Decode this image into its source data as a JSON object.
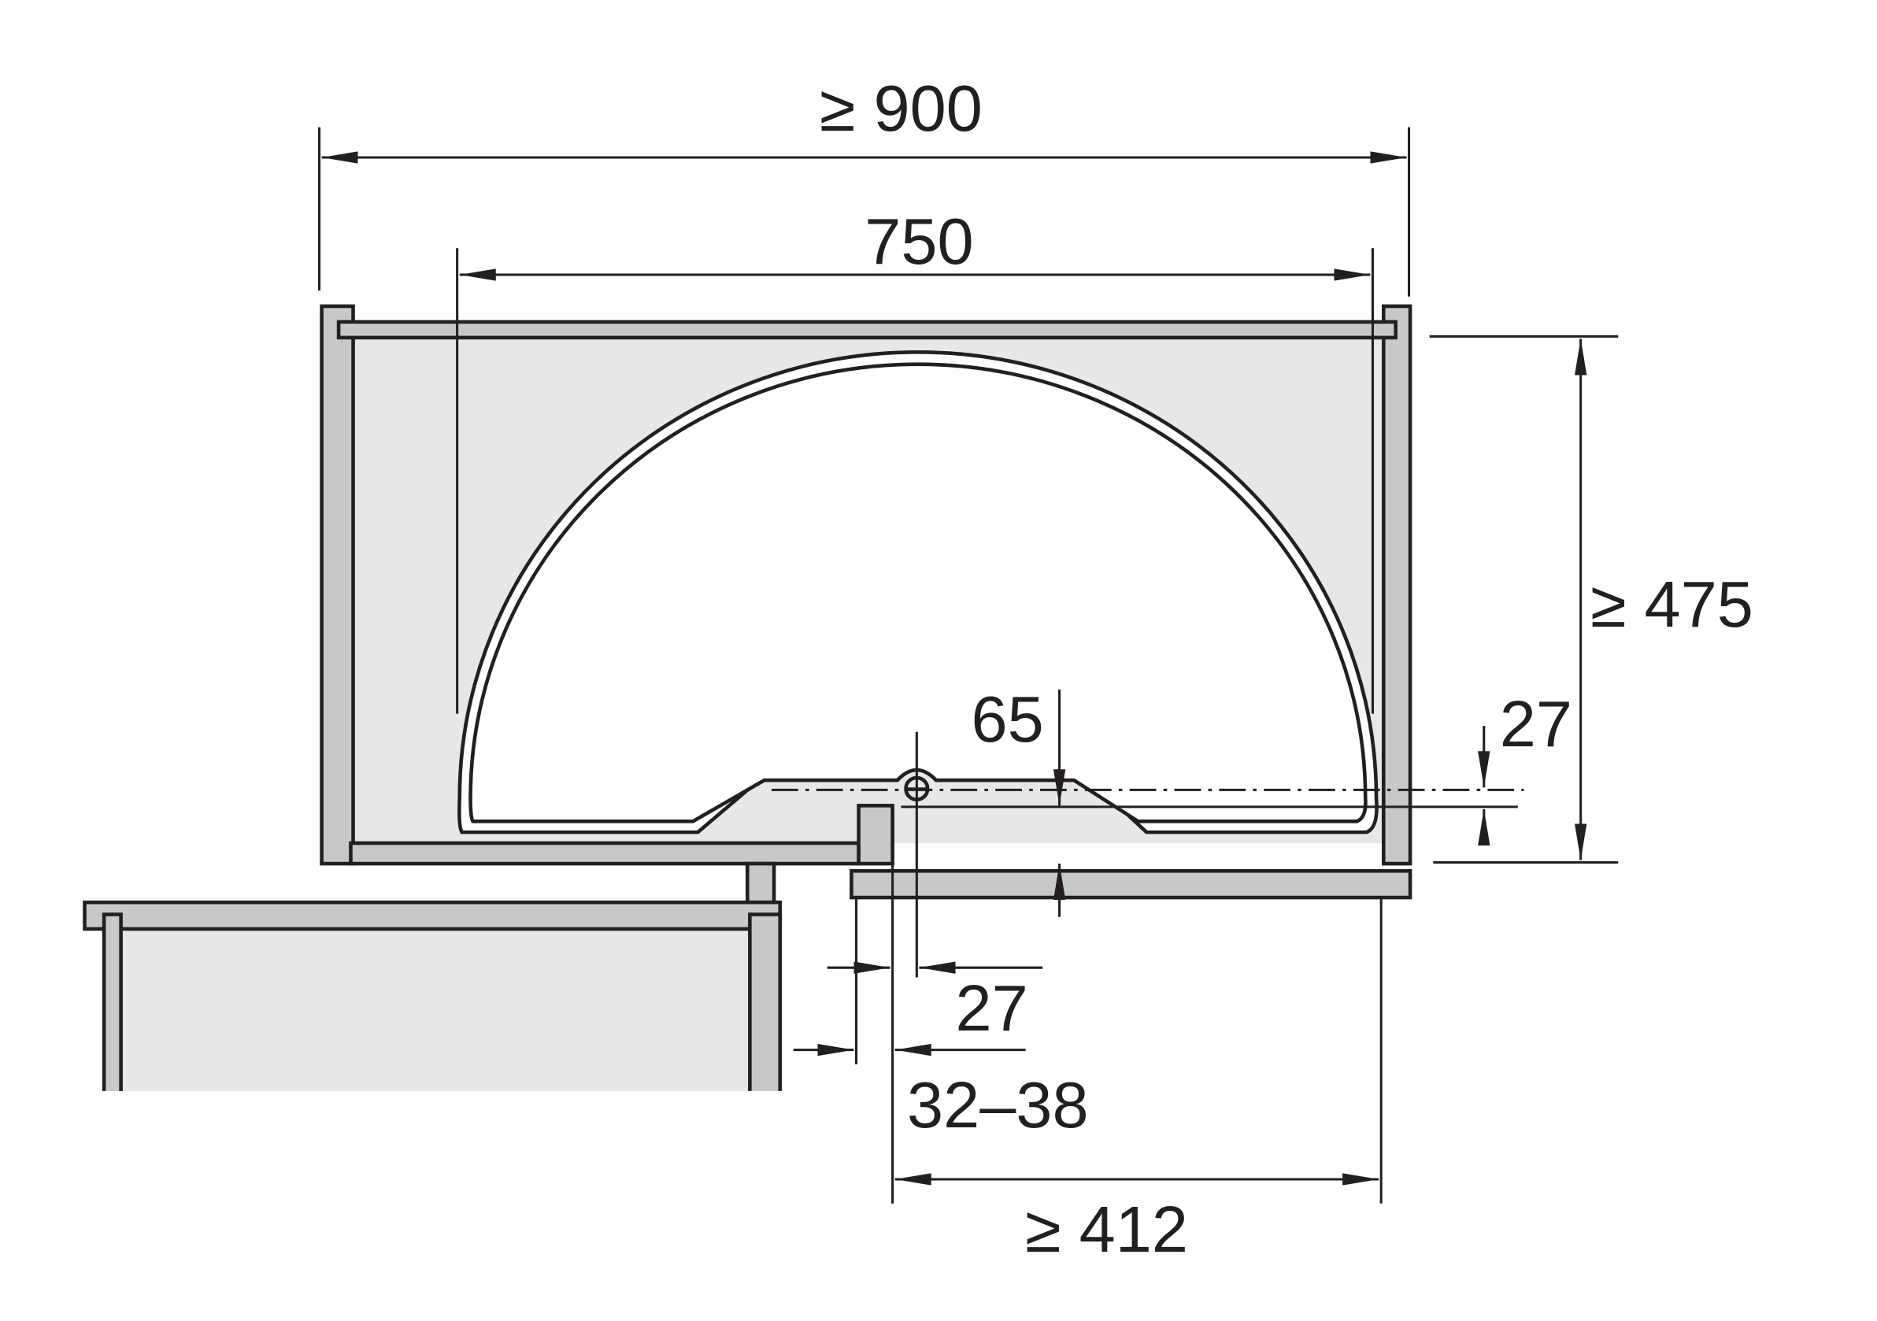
{
  "drawing": {
    "title": "Corner cabinet carousel tray installation dimensions",
    "dimensions": {
      "overall_width": "≥ 900",
      "tray_width": "750",
      "depth": "≥ 475",
      "pivot_offset": "65",
      "front_offset_vertical": "27",
      "front_offset_horizontal": "27",
      "door_thickness": "32–38",
      "opening_width": "≥ 412"
    },
    "colors": {
      "panel": "#c7c8ca",
      "interior": "#e6e7e8",
      "line": "#231f20"
    }
  }
}
